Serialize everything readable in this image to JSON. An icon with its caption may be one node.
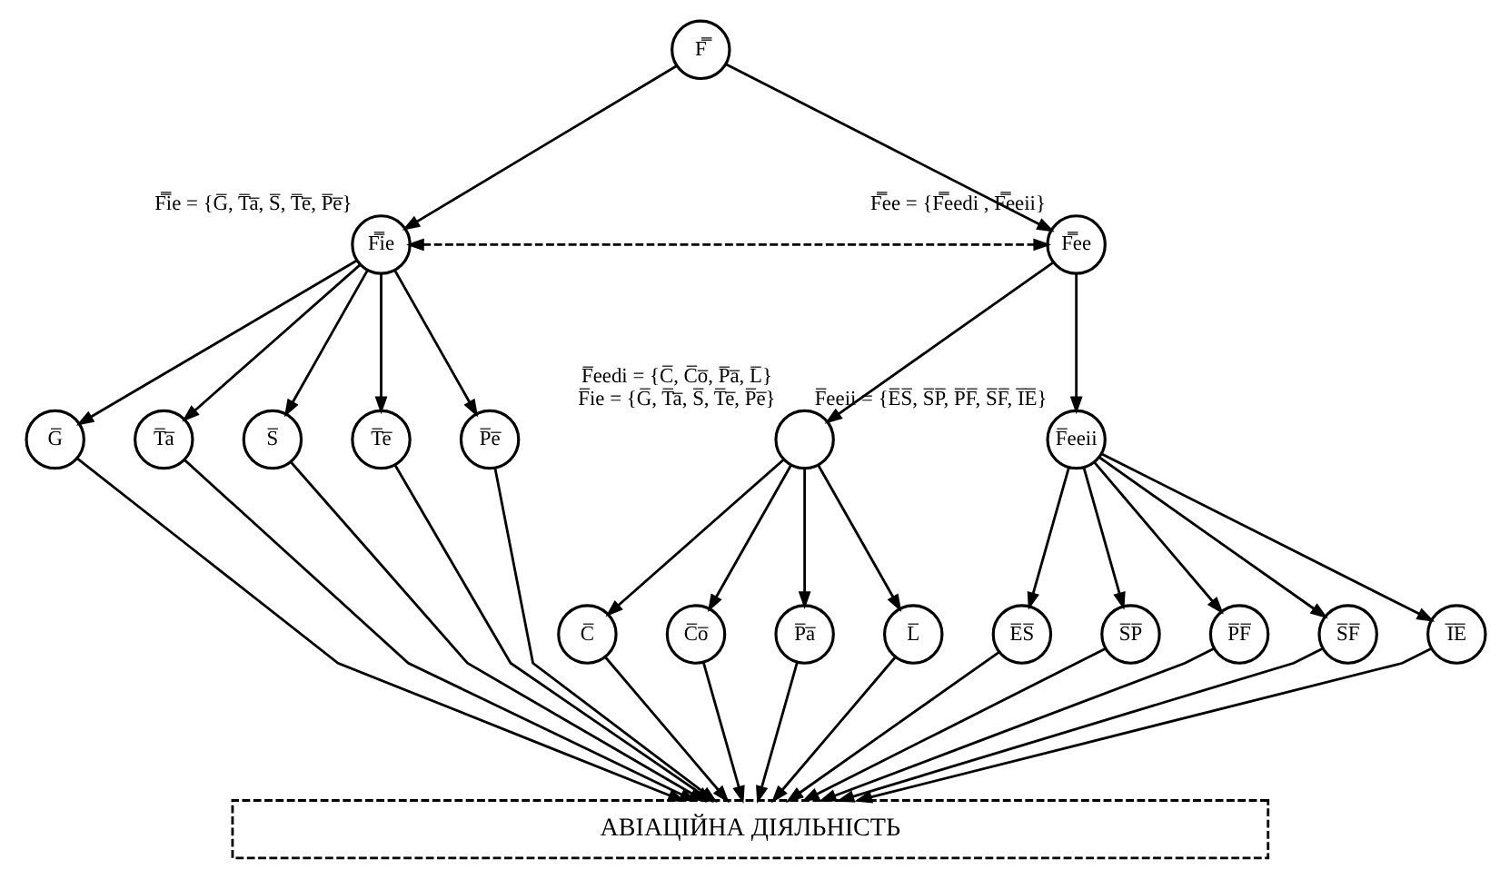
{
  "diagram": {
    "nodes": [
      {
        "text": [
          "F̿"
        ]
      },
      {
        "text": [
          "F̿ie"
        ],
        "beside": [
          "F̿ie = {G̅, T̅a̅, S̅, T̅e̅, P̅e̅}"
        ]
      },
      {
        "text": [
          "F̿ee"
        ],
        "beside": [
          "F̿ee = {F̿eedi , F̿eeii}"
        ]
      },
      {
        "text": [
          "G̅"
        ]
      },
      {
        "text": [
          "T̅a̅"
        ]
      },
      {
        "text": [
          "S̅"
        ]
      },
      {
        "text": [
          "T̅e̅"
        ]
      },
      {
        "text": [
          "P̅e̅"
        ]
      },
      {
        "text": [],
        "shape": "circle",
        "beside": [
          "F̅eedi = {C̅, C̅o̅, P̅a̅, L̅}",
          "F̅ie = {G̅, T̅a̅, S̅, T̅e̅, P̅e̅}"
        ]
      },
      {
        "text": [
          "F̅eeii"
        ],
        "beside": [
          "F̅eeii = {E̅S̅, S̅P̅, P̅F̅, S̅F̅, I̅E̅}"
        ]
      },
      {
        "text": [
          "C̅"
        ]
      },
      {
        "text": [
          "C̅o̅"
        ]
      },
      {
        "text": [
          "P̅a̅"
        ]
      },
      {
        "text": [
          "L̅"
        ]
      },
      {
        "text": [
          "E̅S̅"
        ]
      },
      {
        "text": [
          "S̅P̅"
        ]
      },
      {
        "text": [
          "P̅F̅"
        ]
      },
      {
        "text": [
          "S̅F̅"
        ]
      },
      {
        "text": [
          "I̅E̅"
        ]
      },
      {
        "text": [
          "АВІАЦІЙНА ДІЯЛЬНІСТЬ"
        ]
      }
    ],
    "edges": [
      {
        "from": 0,
        "to": 1,
        "arrow": "to"
      },
      {
        "from": 0,
        "to": 2,
        "arrow": "to"
      },
      {
        "from": 1,
        "to": 2,
        "arrow": "both",
        "style": "dashed"
      },
      {
        "from": 1,
        "to": 3,
        "arrow": "to"
      },
      {
        "from": 1,
        "to": 4,
        "arrow": "to"
      },
      {
        "from": 1,
        "to": 5,
        "arrow": "to"
      },
      {
        "from": 1,
        "to": 6,
        "arrow": "to"
      },
      {
        "from": 1,
        "to": 7,
        "arrow": "to"
      },
      {
        "from": 2,
        "to": 8,
        "arrow": "to"
      },
      {
        "from": 2,
        "to": 9,
        "arrow": "to"
      },
      {
        "from": 8,
        "to": 10,
        "arrow": "to"
      },
      {
        "from": 8,
        "to": 11,
        "arrow": "to"
      },
      {
        "from": 8,
        "to": 12,
        "arrow": "to"
      },
      {
        "from": 8,
        "to": 13,
        "arrow": "to"
      },
      {
        "from": 9,
        "to": 14,
        "arrow": "to"
      },
      {
        "from": 9,
        "to": 15,
        "arrow": "to"
      },
      {
        "from": 9,
        "to": 16,
        "arrow": "to"
      },
      {
        "from": 9,
        "to": 17,
        "arrow": "to"
      },
      {
        "from": 9,
        "to": 18,
        "arrow": "to"
      },
      {
        "from": 3,
        "to": 19,
        "arrow": "to"
      },
      {
        "from": 4,
        "to": 19,
        "arrow": "to"
      },
      {
        "from": 5,
        "to": 19,
        "arrow": "to"
      },
      {
        "from": 6,
        "to": 19,
        "arrow": "to"
      },
      {
        "from": 7,
        "to": 19,
        "arrow": "to"
      },
      {
        "from": 10,
        "to": 19,
        "arrow": "to"
      },
      {
        "from": 11,
        "to": 19,
        "arrow": "to"
      },
      {
        "from": 12,
        "to": 19,
        "arrow": "to"
      },
      {
        "from": 13,
        "to": 19,
        "arrow": "to"
      },
      {
        "from": 14,
        "to": 19,
        "arrow": "to"
      },
      {
        "from": 15,
        "to": 19,
        "arrow": "to"
      },
      {
        "from": 16,
        "to": 19,
        "arrow": "to"
      },
      {
        "from": 17,
        "to": 19,
        "arrow": "to"
      },
      {
        "from": 18,
        "to": 19,
        "arrow": "to"
      }
    ]
  }
}
